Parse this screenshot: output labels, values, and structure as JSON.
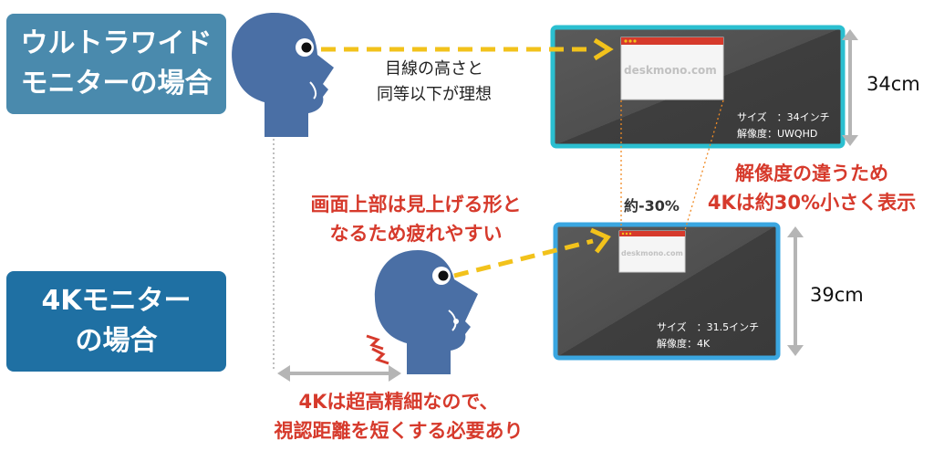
{
  "labels": {
    "ultrawide_line1": "ウルトラワイド",
    "ultrawide_line2": "モニターの場合",
    "k4_line1": "4Kモニター",
    "k4_line2": "の場合"
  },
  "eye_note": {
    "line1": "目線の高さと",
    "line2": "同等以下が理想"
  },
  "upper_note": {
    "line1": "画面上部は見上げる形と",
    "line2": "なるため疲れやすい"
  },
  "res_note": {
    "line1": "解像度の違うため",
    "line2": "4Kは約30%小さく表示"
  },
  "bottom_note": {
    "line1": "4Kは超高精細なので、",
    "line2": "視認距離を短くする必要あり"
  },
  "reduction": "約-30%",
  "monitor_ultra": {
    "size_line": "サイズ　：34インチ",
    "res_line": "解像度：UWQHD",
    "height": "34cm",
    "watermark": "deskmono.com",
    "frame_color": "#2bbfd0"
  },
  "monitor_4k": {
    "size_line": "サイズ　：31.5インチ",
    "res_line": "解像度：4K",
    "height": "39cm",
    "watermark": "deskmono.com",
    "frame_color": "#3aa6e0"
  },
  "colors": {
    "head": "#4a6fa5",
    "arrow": "#f2c21b",
    "accent_red": "#d63a2c",
    "dimension": "#b5b5b5"
  }
}
